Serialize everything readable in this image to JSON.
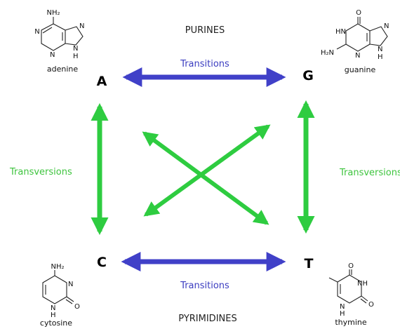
{
  "headings": {
    "top": "PURINES",
    "bottom": "PYRIMIDINES"
  },
  "nodes": {
    "a": "A",
    "g": "G",
    "c": "C",
    "t": "T"
  },
  "edges": {
    "transition_top": "Transitions",
    "transition_bottom": "Transitions",
    "transversion_left": "Transversions",
    "transversion_right": "Transversions"
  },
  "molecules": {
    "adenine": {
      "name": "adenine",
      "atoms": [
        "NH₂",
        "N",
        "N",
        "N",
        "N",
        "H"
      ]
    },
    "guanine": {
      "name": "guanine",
      "atoms": [
        "O",
        "HN",
        "N",
        "H₂N",
        "N",
        "N",
        "H"
      ]
    },
    "cytosine": {
      "name": "cytosine",
      "atoms": [
        "NH₂",
        "N",
        "N",
        "H",
        "O"
      ]
    },
    "thymine": {
      "name": "thymine",
      "atoms": [
        "O",
        "NH",
        "N",
        "H",
        "O"
      ]
    }
  },
  "colors": {
    "transition": "#4040c8",
    "transversion": "#2ecc40"
  }
}
